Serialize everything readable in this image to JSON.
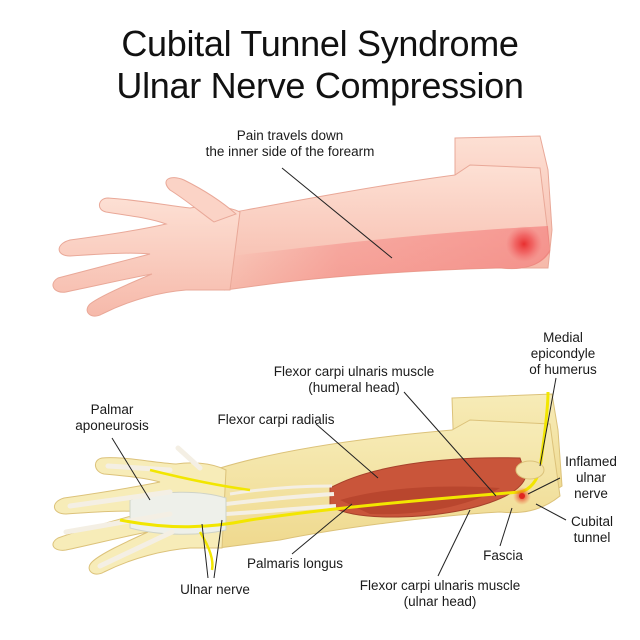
{
  "title": {
    "line1": "Cubital Tunnel Syndrome",
    "line2": "Ulnar Nerve Compression"
  },
  "top_arm": {
    "pain_label": [
      "Pain travels down",
      "the inner side of the forearm"
    ]
  },
  "anatomy": {
    "labels": {
      "medial_epicondyle": [
        "Medial",
        "epicondyle",
        "of humerus"
      ],
      "fcu_humeral": [
        "Flexor carpi ulnaris muscle",
        "(humeral head)"
      ],
      "palmar_aponeurosis": [
        "Palmar",
        "aponeurosis"
      ],
      "flexor_carpi_radialis": [
        "Flexor carpi radialis"
      ],
      "inflamed_ulnar_nerve": [
        "Inflamed",
        "ulnar",
        "nerve"
      ],
      "cubital_tunnel": [
        "Cubital",
        "tunnel"
      ],
      "fascia": [
        "Fascia"
      ],
      "palmaris_longus": [
        "Palmaris longus"
      ],
      "ulnar_nerve": [
        "Ulnar nerve"
      ],
      "fcu_ulnar": [
        "Flexor carpi ulnaris muscle",
        "(ulnar head)"
      ]
    }
  },
  "colors": {
    "skin": "#fbd3c6",
    "skin_shadow": "#f4b4a6",
    "pain": "#f26c6c",
    "bone": "#f3e3a8",
    "nerve": "#f2e600",
    "muscle": "#c9553a",
    "inflammation": "#e8332a"
  }
}
